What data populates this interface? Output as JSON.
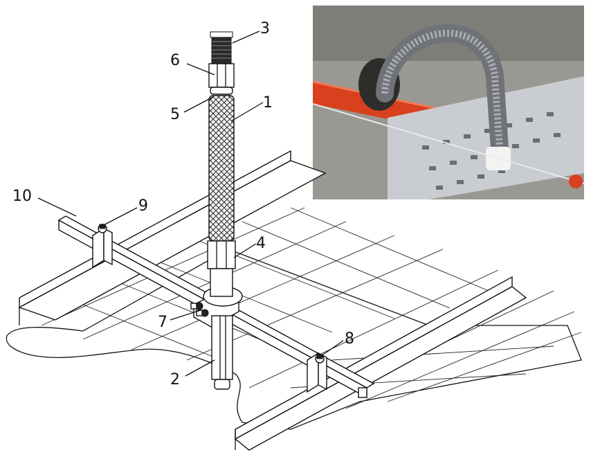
{
  "diagram": {
    "callouts": [
      {
        "id": "callout-1",
        "text": "1"
      },
      {
        "id": "callout-2",
        "text": "2"
      },
      {
        "id": "callout-3",
        "text": "3"
      },
      {
        "id": "callout-4",
        "text": "4"
      },
      {
        "id": "callout-5",
        "text": "5"
      },
      {
        "id": "callout-6",
        "text": "6"
      },
      {
        "id": "callout-7",
        "text": "7"
      },
      {
        "id": "callout-8",
        "text": "8"
      },
      {
        "id": "callout-9",
        "text": "9"
      },
      {
        "id": "callout-10",
        "text": "10"
      }
    ]
  },
  "colors": {
    "line": "#111111",
    "photo_background": "#9a9892",
    "pipe_red": "#d9401e",
    "cable_tray": "#c9ccd0",
    "hose_steel": "#8d8f92"
  }
}
